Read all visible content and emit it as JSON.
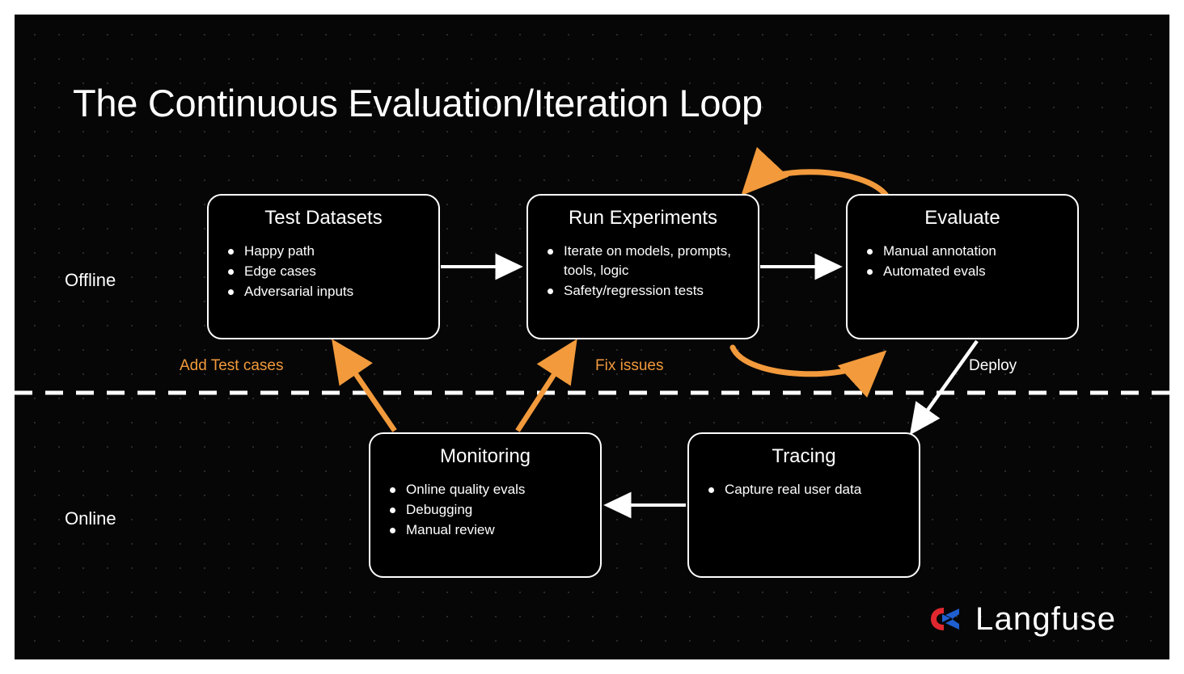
{
  "page": {
    "title": "The Continuous Evaluation/Iteration Loop",
    "background_color": "#060606",
    "border_color": "#ffffff",
    "accent_orange": "#f29a3c",
    "accent_white": "#ffffff"
  },
  "lanes": [
    {
      "label": "Offline"
    },
    {
      "label": "Online"
    }
  ],
  "nodes": [
    {
      "id": "test-datasets",
      "title": "Test Datasets",
      "items": [
        "Happy path",
        "Edge cases",
        "Adversarial inputs"
      ]
    },
    {
      "id": "run-experiments",
      "title": "Run Experiments",
      "items": [
        "Iterate on models, prompts, tools, logic",
        "Safety/regression tests"
      ]
    },
    {
      "id": "evaluate",
      "title": "Evaluate",
      "items": [
        "Manual annotation",
        "Automated evals"
      ]
    },
    {
      "id": "monitoring",
      "title": "Monitoring",
      "items": [
        "Online quality evals",
        "Debugging",
        "Manual review"
      ]
    },
    {
      "id": "tracing",
      "title": "Tracing",
      "items": [
        "Capture real user data"
      ]
    }
  ],
  "edges": [
    {
      "id": "test-to-run",
      "label": "",
      "color": "#ffffff",
      "from": "test-datasets",
      "to": "run-experiments"
    },
    {
      "id": "run-to-eval",
      "label": "",
      "color": "#ffffff",
      "from": "run-experiments",
      "to": "evaluate"
    },
    {
      "id": "eval-to-run-top",
      "label": "",
      "color": "#f29a3c",
      "from": "evaluate",
      "to": "run-experiments"
    },
    {
      "id": "run-to-eval-bottom",
      "label": "",
      "color": "#f29a3c",
      "from": "run-experiments",
      "to": "evaluate"
    },
    {
      "id": "eval-to-tracing",
      "label": "Deploy",
      "color": "#ffffff",
      "from": "evaluate",
      "to": "tracing"
    },
    {
      "id": "tracing-to-monitoring",
      "label": "",
      "color": "#ffffff",
      "from": "tracing",
      "to": "monitoring"
    },
    {
      "id": "monitoring-to-test",
      "label": "Add Test cases",
      "color": "#f29a3c",
      "from": "monitoring",
      "to": "test-datasets"
    },
    {
      "id": "monitoring-to-run",
      "label": "Fix issues",
      "color": "#f29a3c",
      "from": "monitoring",
      "to": "run-experiments"
    }
  ],
  "labels": {
    "add_test_cases": "Add Test cases",
    "fix_issues": "Fix issues",
    "deploy": "Deploy"
  },
  "logo": {
    "wordmark": "Langfuse",
    "mark_red": "#e0282e",
    "mark_blue": "#1f5fd0"
  }
}
